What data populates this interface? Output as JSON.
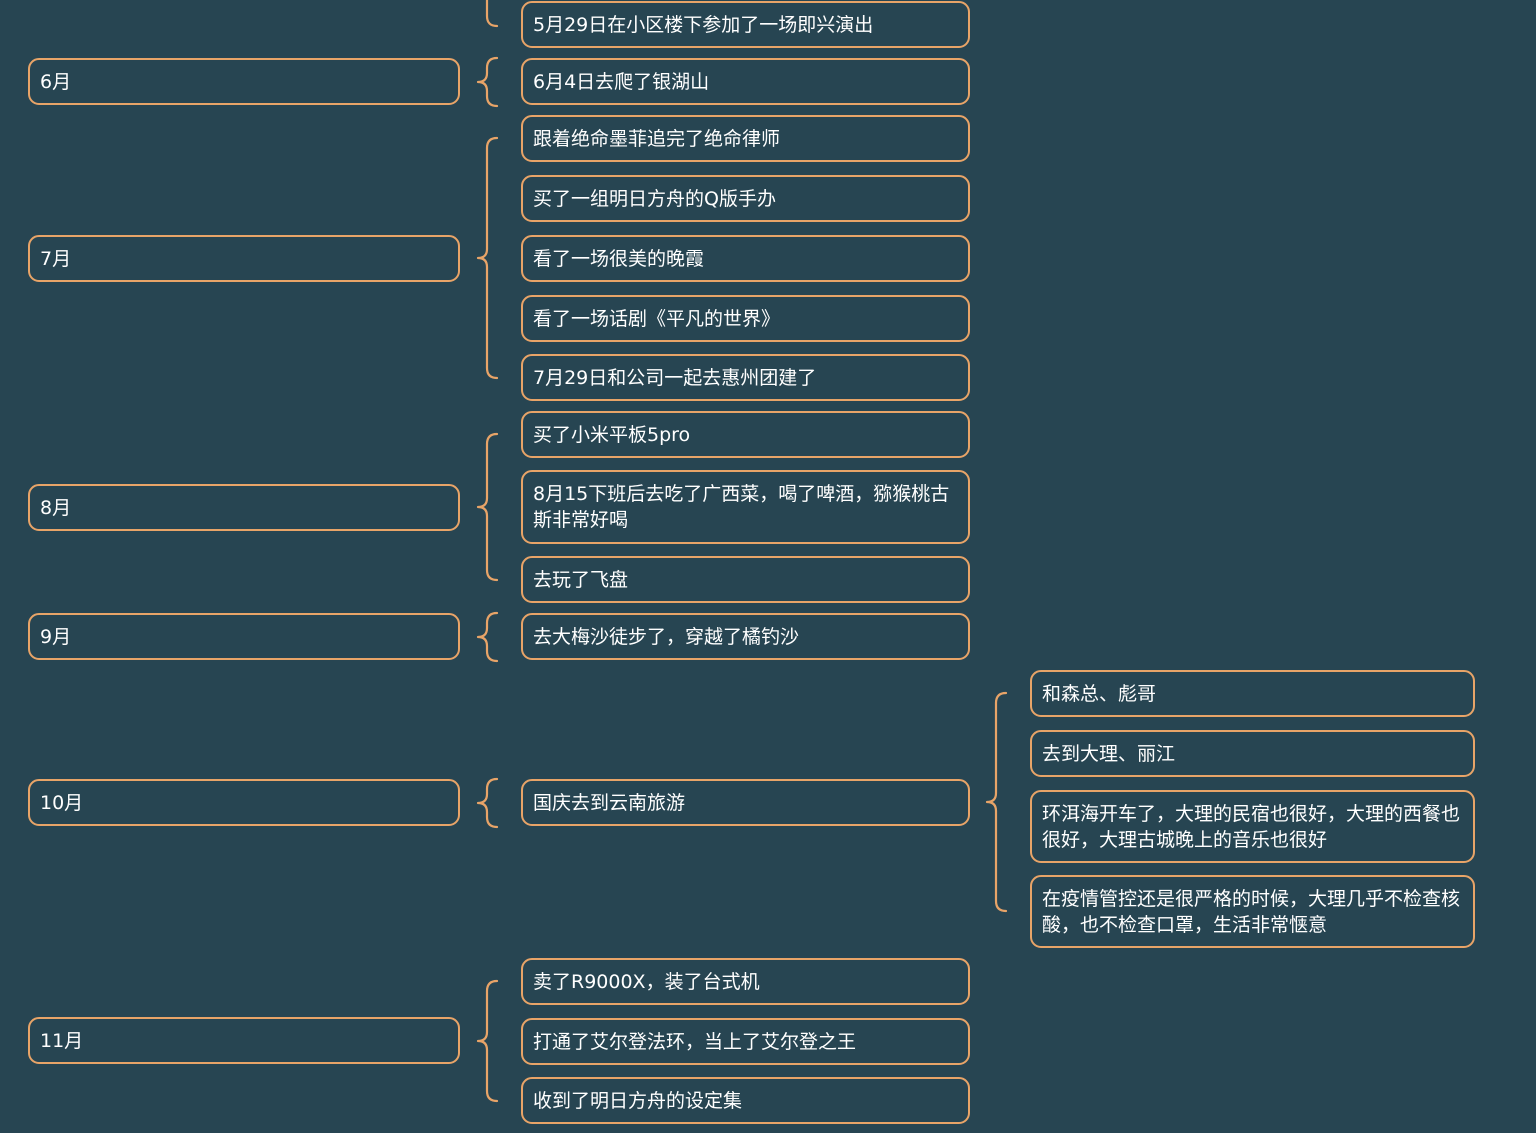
{
  "mindmap": {
    "continuation": {
      "events": [
        "5月29日在小区楼下参加了一场即兴演出"
      ]
    },
    "months": [
      {
        "label": "6月",
        "events": [
          {
            "text": "6月4日去爬了银湖山"
          }
        ]
      },
      {
        "label": "7月",
        "events": [
          {
            "text": "跟着绝命墨菲追完了绝命律师"
          },
          {
            "text": "买了一组明日方舟的Q版手办"
          },
          {
            "text": "看了一场很美的晚霞"
          },
          {
            "text": "看了一场话剧《平凡的世界》"
          },
          {
            "text": "7月29日和公司一起去惠州团建了"
          }
        ]
      },
      {
        "label": "8月",
        "events": [
          {
            "text": "买了小米平板5pro"
          },
          {
            "text": "8月15下班后去吃了广西菜，喝了啤酒，猕猴桃古斯非常好喝"
          },
          {
            "text": "去玩了飞盘"
          }
        ]
      },
      {
        "label": "9月",
        "events": [
          {
            "text": "去大梅沙徒步了，穿越了橘钓沙"
          }
        ]
      },
      {
        "label": "10月",
        "events": [
          {
            "text": "国庆去到云南旅游",
            "details": [
              "和森总、彪哥",
              "去到大理、丽江",
              "环洱海开车了，大理的民宿也很好，大理的西餐也很好，大理古城晚上的音乐也很好",
              "在疫情管控还是很严格的时候，大理几乎不检查核酸，也不检查口罩，生活非常惬意"
            ]
          }
        ]
      },
      {
        "label": "11月",
        "events": [
          {
            "text": "卖了R9000X，装了台式机"
          },
          {
            "text": "打通了艾尔登法环，当上了艾尔登之王"
          },
          {
            "text": "收到了明日方舟的设定集"
          }
        ]
      }
    ]
  },
  "colors": {
    "background": "#274552",
    "border": "#E8A468",
    "text": "#FFFFFF"
  }
}
